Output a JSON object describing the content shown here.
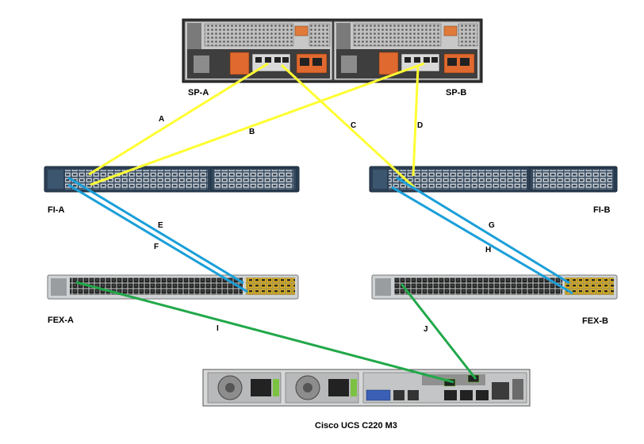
{
  "devices": {
    "storage": {
      "sp_a_label": "SP-A",
      "sp_b_label": "SP-B"
    },
    "fi_a": {
      "label": "FI-A"
    },
    "fi_b": {
      "label": "FI-B"
    },
    "fex_a": {
      "label": "FEX-A"
    },
    "fex_b": {
      "label": "FEX-B"
    },
    "server": {
      "label": "Cisco UCS C220 M3"
    }
  },
  "links": [
    {
      "id": "A",
      "label": "A",
      "color": "#ffff33"
    },
    {
      "id": "B",
      "label": "B",
      "color": "#ffff33"
    },
    {
      "id": "C",
      "label": "C",
      "color": "#ffff33"
    },
    {
      "id": "D",
      "label": "D",
      "color": "#ffff33"
    },
    {
      "id": "E",
      "label": "E",
      "color": "#1a9fd9"
    },
    {
      "id": "F",
      "label": "F",
      "color": "#1a9fd9"
    },
    {
      "id": "G",
      "label": "G",
      "color": "#1a9fd9"
    },
    {
      "id": "H",
      "label": "H",
      "color": "#1a9fd9"
    },
    {
      "id": "I",
      "label": "I",
      "color": "#22a84a"
    },
    {
      "id": "J",
      "label": "J",
      "color": "#22a84a"
    }
  ],
  "colors": {
    "storage_link": "#ffff33",
    "fabric_link": "#1a9fd9",
    "server_link": "#22a84a",
    "fi_chassis": "#2b3f55",
    "fex_chassis": "#cfd2d4"
  }
}
